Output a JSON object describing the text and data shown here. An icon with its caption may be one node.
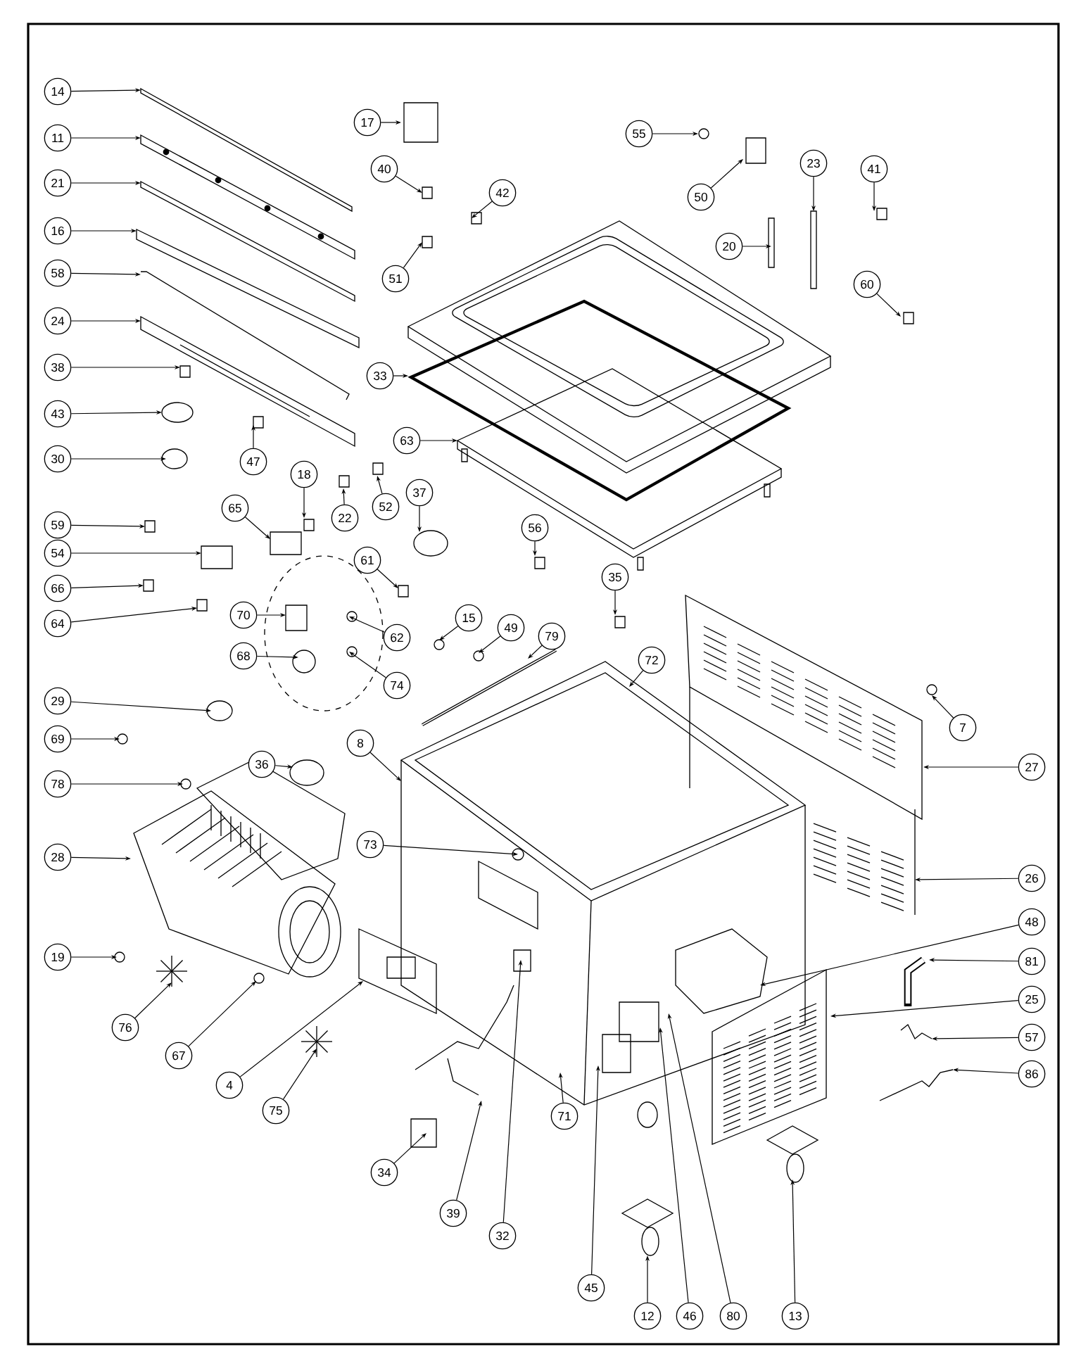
{
  "diagram": {
    "nodes": [
      {
        "text": [
          "14"
        ]
      },
      {
        "text": [
          "17"
        ]
      },
      {
        "text": [
          "55"
        ]
      },
      {
        "text": [
          "11"
        ]
      },
      {
        "text": [
          "23"
        ]
      },
      {
        "text": [
          "40"
        ]
      },
      {
        "text": [
          "41"
        ]
      },
      {
        "text": [
          "21"
        ]
      },
      {
        "text": [
          "42"
        ]
      },
      {
        "text": [
          "50"
        ]
      },
      {
        "text": [
          "16"
        ]
      },
      {
        "text": [
          "20"
        ]
      },
      {
        "text": [
          "58"
        ]
      },
      {
        "text": [
          "51"
        ]
      },
      {
        "text": [
          "60"
        ]
      },
      {
        "text": [
          "24"
        ]
      },
      {
        "text": [
          "38"
        ]
      },
      {
        "text": [
          "33"
        ]
      },
      {
        "text": [
          "43"
        ]
      },
      {
        "text": [
          "63"
        ]
      },
      {
        "text": [
          "30"
        ]
      },
      {
        "text": [
          "47"
        ]
      },
      {
        "text": [
          "18"
        ]
      },
      {
        "text": [
          "37"
        ]
      },
      {
        "text": [
          "52"
        ]
      },
      {
        "text": [
          "65"
        ]
      },
      {
        "text": [
          "22"
        ]
      },
      {
        "text": [
          "59"
        ]
      },
      {
        "text": [
          "56"
        ]
      },
      {
        "text": [
          "54"
        ]
      },
      {
        "text": [
          "61"
        ]
      },
      {
        "text": [
          "35"
        ]
      },
      {
        "text": [
          "66"
        ]
      },
      {
        "text": [
          "70"
        ]
      },
      {
        "text": [
          "15"
        ]
      },
      {
        "text": [
          "64"
        ]
      },
      {
        "text": [
          "49"
        ]
      },
      {
        "text": [
          "79"
        ]
      },
      {
        "text": [
          "62"
        ]
      },
      {
        "text": [
          "68"
        ]
      },
      {
        "text": [
          "72"
        ]
      },
      {
        "text": [
          "74"
        ]
      },
      {
        "text": [
          "29"
        ]
      },
      {
        "text": [
          "7"
        ]
      },
      {
        "text": [
          "69"
        ]
      },
      {
        "text": [
          "8"
        ]
      },
      {
        "text": [
          "36"
        ]
      },
      {
        "text": [
          "27"
        ]
      },
      {
        "text": [
          "78"
        ]
      },
      {
        "text": [
          "73"
        ]
      },
      {
        "text": [
          "28"
        ]
      },
      {
        "text": [
          "26"
        ]
      },
      {
        "text": [
          "48"
        ]
      },
      {
        "text": [
          "19"
        ]
      },
      {
        "text": [
          "81"
        ]
      },
      {
        "text": [
          "25"
        ]
      },
      {
        "text": [
          "76"
        ]
      },
      {
        "text": [
          "57"
        ]
      },
      {
        "text": [
          "67"
        ]
      },
      {
        "text": [
          "86"
        ]
      },
      {
        "text": [
          "4"
        ]
      },
      {
        "text": [
          "75"
        ]
      },
      {
        "text": [
          "71"
        ]
      },
      {
        "text": [
          "34"
        ]
      },
      {
        "text": [
          "39"
        ]
      },
      {
        "text": [
          "32"
        ]
      },
      {
        "text": [
          "45"
        ]
      },
      {
        "text": [
          "12"
        ]
      },
      {
        "text": [
          "46"
        ]
      },
      {
        "text": [
          "80"
        ]
      },
      {
        "text": [
          "13"
        ]
      }
    ],
    "edges": [
      {
        "from": 0,
        "to": null,
        "arrow": "to"
      },
      {
        "from": 1,
        "to": null,
        "arrow": "to"
      },
      {
        "from": 2,
        "to": null,
        "arrow": "to"
      },
      {
        "from": 3,
        "to": null,
        "arrow": "to"
      },
      {
        "from": 4,
        "to": null,
        "arrow": "to"
      },
      {
        "from": 5,
        "to": null,
        "arrow": "to"
      },
      {
        "from": 6,
        "to": null,
        "arrow": "to"
      },
      {
        "from": 7,
        "to": null,
        "arrow": "to"
      },
      {
        "from": 8,
        "to": null,
        "arrow": "to"
      },
      {
        "from": 9,
        "to": null,
        "arrow": "to"
      },
      {
        "from": 10,
        "to": null,
        "arrow": "to"
      },
      {
        "from": 11,
        "to": null,
        "arrow": "to"
      },
      {
        "from": 12,
        "to": null,
        "arrow": "to"
      },
      {
        "from": 13,
        "to": null,
        "arrow": "to"
      },
      {
        "from": 14,
        "to": null,
        "arrow": "to"
      },
      {
        "from": 15,
        "to": null,
        "arrow": "to"
      },
      {
        "from": 16,
        "to": null,
        "arrow": "to"
      },
      {
        "from": 17,
        "to": null,
        "arrow": "to"
      },
      {
        "from": 18,
        "to": null,
        "arrow": "to"
      },
      {
        "from": 19,
        "to": null,
        "arrow": "to"
      },
      {
        "from": 20,
        "to": null,
        "arrow": "to"
      },
      {
        "from": 21,
        "to": null,
        "arrow": "to"
      },
      {
        "from": 22,
        "to": null,
        "arrow": "to"
      },
      {
        "from": 23,
        "to": null,
        "arrow": "to"
      },
      {
        "from": 24,
        "to": null,
        "arrow": "to"
      },
      {
        "from": 25,
        "to": null,
        "arrow": "to"
      },
      {
        "from": 26,
        "to": null,
        "arrow": "to"
      },
      {
        "from": 27,
        "to": null,
        "arrow": "to"
      },
      {
        "from": 28,
        "to": null,
        "arrow": "to"
      },
      {
        "from": 29,
        "to": null,
        "arrow": "to"
      },
      {
        "from": 30,
        "to": null,
        "arrow": "to"
      },
      {
        "from": 31,
        "to": null,
        "arrow": "to"
      },
      {
        "from": 32,
        "to": null,
        "arrow": "to"
      },
      {
        "from": 33,
        "to": null,
        "arrow": "to"
      },
      {
        "from": 34,
        "to": null,
        "arrow": "to"
      },
      {
        "from": 35,
        "to": null,
        "arrow": "to"
      },
      {
        "from": 36,
        "to": null,
        "arrow": "to"
      },
      {
        "from": 37,
        "to": null,
        "arrow": "to"
      },
      {
        "from": 38,
        "to": null,
        "arrow": "to"
      },
      {
        "from": 39,
        "to": null,
        "arrow": "to"
      },
      {
        "from": 40,
        "to": null,
        "arrow": "to"
      },
      {
        "from": 41,
        "to": null,
        "arrow": "to"
      },
      {
        "from": 42,
        "to": null,
        "arrow": "to"
      },
      {
        "from": 43,
        "to": null,
        "arrow": "to"
      },
      {
        "from": 44,
        "to": null,
        "arrow": "to"
      },
      {
        "from": 45,
        "to": null,
        "arrow": "to"
      },
      {
        "from": 46,
        "to": null,
        "arrow": "to"
      },
      {
        "from": 47,
        "to": null,
        "arrow": "to"
      },
      {
        "from": 48,
        "to": null,
        "arrow": "to"
      },
      {
        "from": 49,
        "to": null,
        "arrow": "to"
      },
      {
        "from": 50,
        "to": null,
        "arrow": "to"
      },
      {
        "from": 51,
        "to": null,
        "arrow": "to"
      },
      {
        "from": 52,
        "to": null,
        "arrow": "to"
      },
      {
        "from": 53,
        "to": null,
        "arrow": "to"
      },
      {
        "from": 54,
        "to": null,
        "arrow": "to"
      },
      {
        "from": 55,
        "to": null,
        "arrow": "to"
      },
      {
        "from": 56,
        "to": null,
        "arrow": "to"
      },
      {
        "from": 57,
        "to": null,
        "arrow": "to"
      },
      {
        "from": 58,
        "to": null,
        "arrow": "to"
      },
      {
        "from": 59,
        "to": null,
        "arrow": "to"
      },
      {
        "from": 60,
        "to": null,
        "arrow": "to"
      },
      {
        "from": 61,
        "to": null,
        "arrow": "to"
      },
      {
        "from": 62,
        "to": null,
        "arrow": "to"
      },
      {
        "from": 63,
        "to": null,
        "arrow": "to"
      },
      {
        "from": 64,
        "to": null,
        "arrow": "to"
      },
      {
        "from": 65,
        "to": null,
        "arrow": "to"
      },
      {
        "from": 66,
        "to": null,
        "arrow": "to"
      },
      {
        "from": 67,
        "to": null,
        "arrow": "to"
      },
      {
        "from": 68,
        "to": null,
        "arrow": "to"
      },
      {
        "from": 69,
        "to": null,
        "arrow": "to"
      },
      {
        "from": 70,
        "to": null,
        "arrow": "to"
      }
    ]
  }
}
